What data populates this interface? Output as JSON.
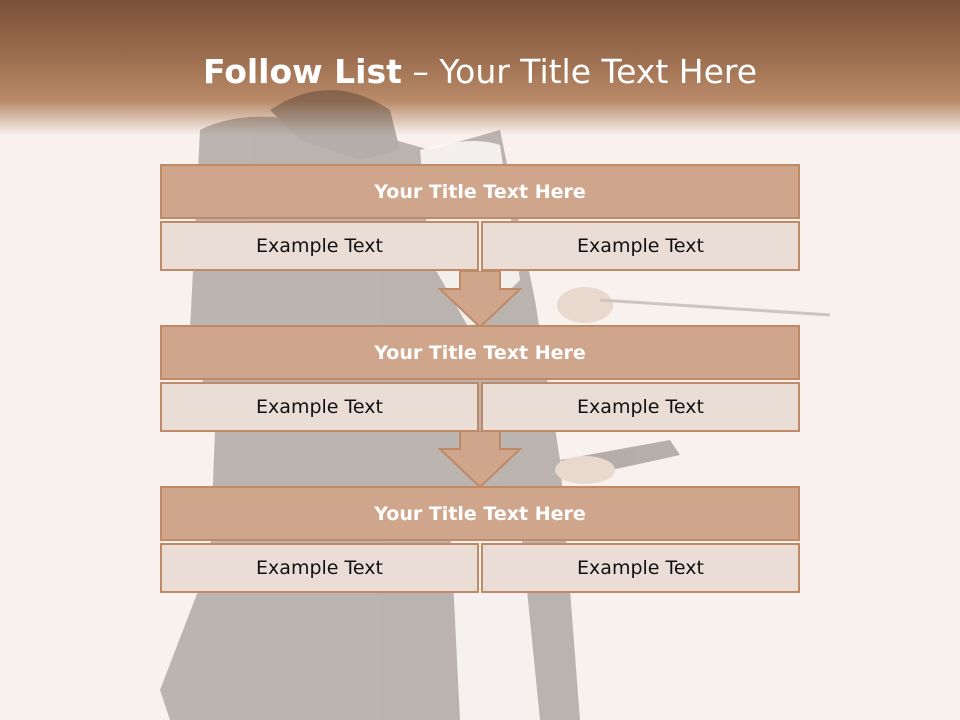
{
  "slide": {
    "title_bold": "Follow List",
    "title_rest": " – Your Title Text Here"
  },
  "colors": {
    "header": "#9a6c4e",
    "block_title_fill": "#cfa68b",
    "block_cell_fill": "#eaddd6",
    "border": "#c08a67"
  },
  "blocks": [
    {
      "title": "Your Title Text Here",
      "cells": [
        "Example Text",
        "Example Text"
      ]
    },
    {
      "title": "Your Title Text Here",
      "cells": [
        "Example Text",
        "Example Text"
      ]
    },
    {
      "title": "Your Title Text Here",
      "cells": [
        "Example Text",
        "Example Text"
      ]
    }
  ]
}
